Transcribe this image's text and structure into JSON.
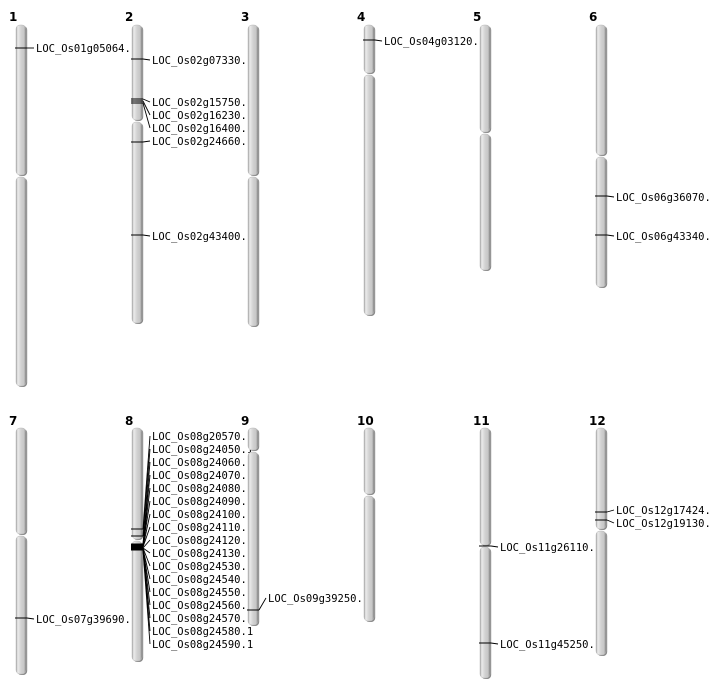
{
  "chromosomes": [
    {
      "id": "1",
      "genes": [
        {
          "name": "LOC_Os01g05064.1"
        }
      ]
    },
    {
      "id": "2",
      "genes": [
        {
          "name": "LOC_Os02g07330.1"
        },
        {
          "name": "LOC_Os02g15750.1"
        },
        {
          "name": "LOC_Os02g16230.1"
        },
        {
          "name": "LOC_Os02g16400.1"
        },
        {
          "name": "LOC_Os02g24660.1"
        },
        {
          "name": "LOC_Os02g43400.1"
        }
      ]
    },
    {
      "id": "3",
      "genes": []
    },
    {
      "id": "4",
      "genes": [
        {
          "name": "LOC_Os04g03120.1"
        }
      ]
    },
    {
      "id": "5",
      "genes": []
    },
    {
      "id": "6",
      "genes": [
        {
          "name": "LOC_Os06g36070.1"
        },
        {
          "name": "LOC_Os06g43340.1"
        }
      ]
    },
    {
      "id": "7",
      "genes": [
        {
          "name": "LOC_Os07g39690.1"
        }
      ]
    },
    {
      "id": "8",
      "genes": [
        {
          "name": "LOC_Os08g20570.1"
        },
        {
          "name": "LOC_Os08g24050.1"
        },
        {
          "name": "LOC_Os08g24060.1"
        },
        {
          "name": "LOC_Os08g24070.1"
        },
        {
          "name": "LOC_Os08g24080.1"
        },
        {
          "name": "LOC_Os08g24090.1"
        },
        {
          "name": "LOC_Os08g24100.1"
        },
        {
          "name": "LOC_Os08g24110.1"
        },
        {
          "name": "LOC_Os08g24120.1"
        },
        {
          "name": "LOC_Os08g24130.1"
        },
        {
          "name": "LOC_Os08g24530.1"
        },
        {
          "name": "LOC_Os08g24540.1"
        },
        {
          "name": "LOC_Os08g24550.1"
        },
        {
          "name": "LOC_Os08g24560.1"
        },
        {
          "name": "LOC_Os08g24570.1"
        },
        {
          "name": "LOC_Os08g24580.1"
        },
        {
          "name": "LOC_Os08g24590.1"
        }
      ]
    },
    {
      "id": "9",
      "genes": [
        {
          "name": "LOC_Os09g39250.1"
        }
      ]
    },
    {
      "id": "10",
      "genes": []
    },
    {
      "id": "11",
      "genes": [
        {
          "name": "LOC_Os11g26110.1"
        },
        {
          "name": "LOC_Os11g45250.1"
        }
      ]
    },
    {
      "id": "12",
      "genes": [
        {
          "name": "LOC_Os12g17424.1"
        },
        {
          "name": "LOC_Os12g19130.1"
        }
      ]
    }
  ]
}
